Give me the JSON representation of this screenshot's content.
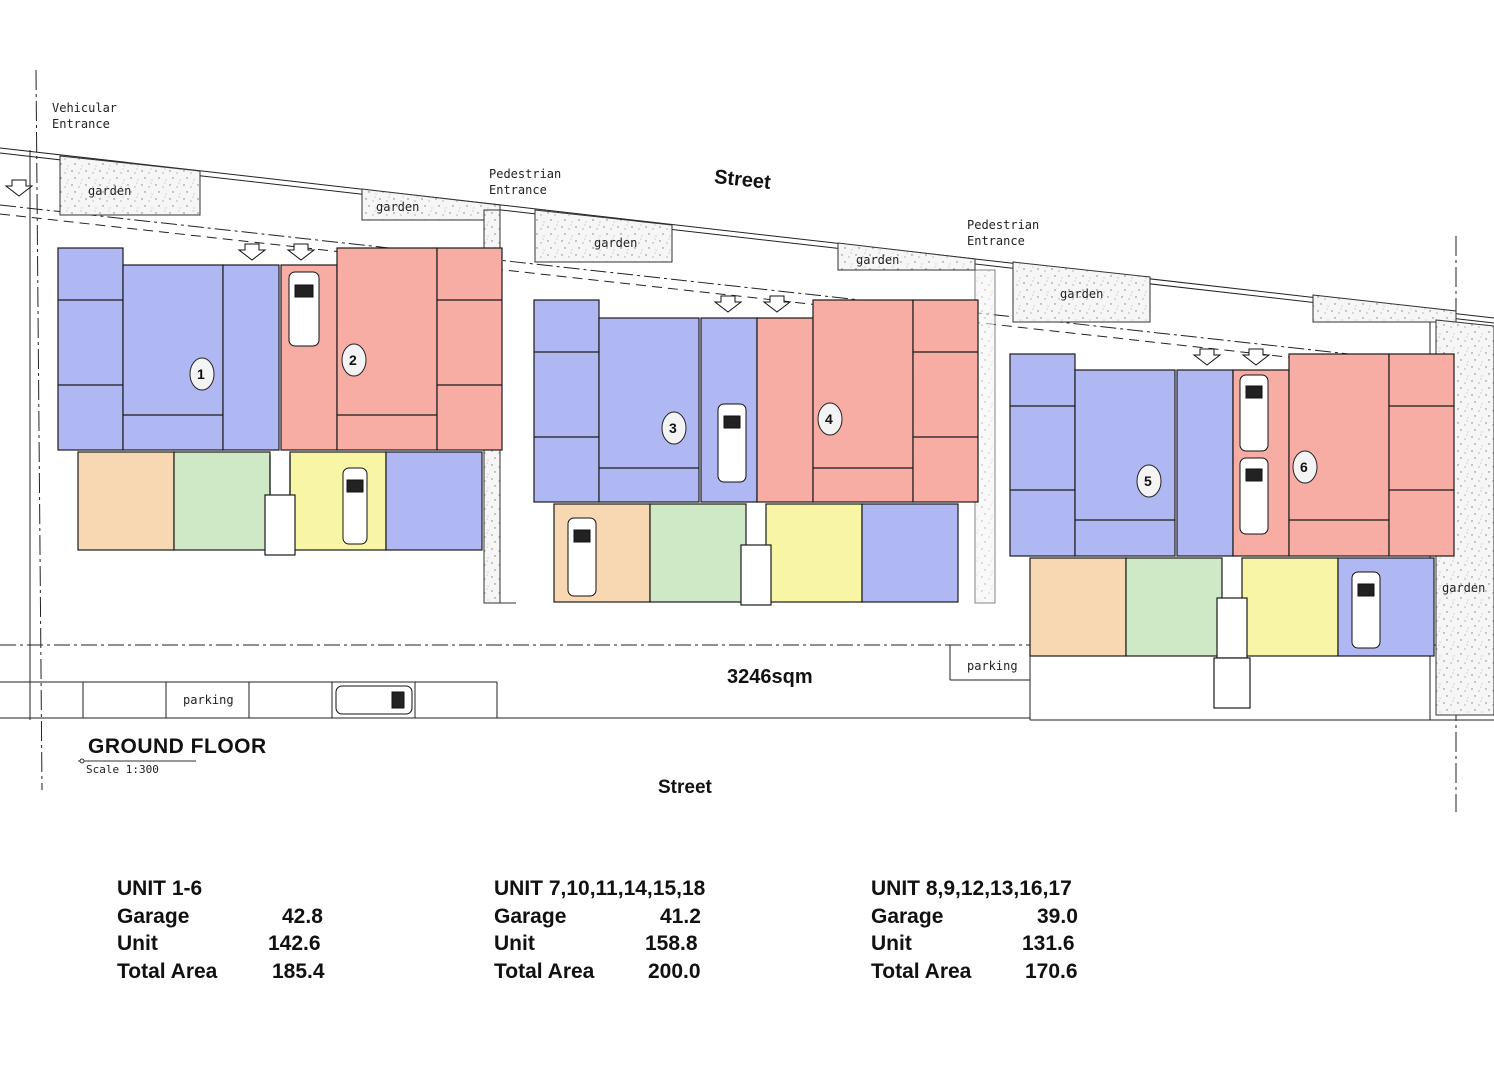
{
  "labels": {
    "vehicular_entrance": "Vehicular\nEntrance",
    "pedestrian_entrance_1": "Pedestrian\nEntrance",
    "pedestrian_entrance_2": "Pedestrian\nEntrance",
    "street_top": "Street",
    "street_bottom": "Street",
    "site_area": "3246sqm",
    "parking_left": "parking",
    "parking_right": "parking",
    "garden": "garden"
  },
  "title": {
    "name": "GROUND FLOOR",
    "scale": "Scale 1:300"
  },
  "units": [
    "1",
    "2",
    "3",
    "4",
    "5",
    "6"
  ],
  "colors": {
    "blue": "#b0b8f4",
    "pink": "#f7aca4",
    "peach": "#f7d8b2",
    "green": "#cfe8c6",
    "yellow": "#f8f5a4",
    "garden_fill": "#f4f4f4",
    "line": "#1a1a1a"
  },
  "area_tables": [
    {
      "heading": "UNIT 1-6",
      "rows": [
        {
          "label": "Garage",
          "value": "42.8"
        },
        {
          "label": "Unit",
          "value": "142.6"
        },
        {
          "label": "Total Area",
          "value": "185.4"
        }
      ]
    },
    {
      "heading": "UNIT 7,10,11,14,15,18",
      "rows": [
        {
          "label": "Garage",
          "value": "41.2"
        },
        {
          "label": "Unit",
          "value": "158.8"
        },
        {
          "label": "Total Area",
          "value": "200.0"
        }
      ]
    },
    {
      "heading": "UNIT 8,9,12,13,16,17",
      "rows": [
        {
          "label": "Garage",
          "value": "39.0"
        },
        {
          "label": "Unit",
          "value": "131.6"
        },
        {
          "label": "Total Area",
          "value": "170.6"
        }
      ]
    }
  ]
}
